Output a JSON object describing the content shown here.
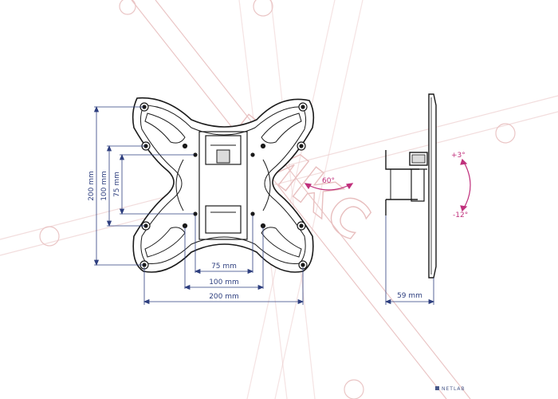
{
  "front_view": {
    "dim_75_horizontal": "75 mm",
    "dim_100_horizontal": "100 mm",
    "dim_200_horizontal": "200 mm",
    "dim_200_vertical": "200 mm",
    "dim_100_vertical": "100 mm",
    "dim_75_vertical": "75 mm",
    "swivel_angle": "60°"
  },
  "side_view": {
    "depth": "59 mm",
    "tilt_up": "+3°",
    "tilt_down": "-12°"
  },
  "watermark": {
    "text": "НИКС"
  },
  "logo": {
    "text": "NETLAB"
  },
  "colors": {
    "dimension": "#2e3f7f",
    "angle": "#c0307c",
    "outline": "#1a1a1a",
    "watermark": "#e8bfbf"
  }
}
